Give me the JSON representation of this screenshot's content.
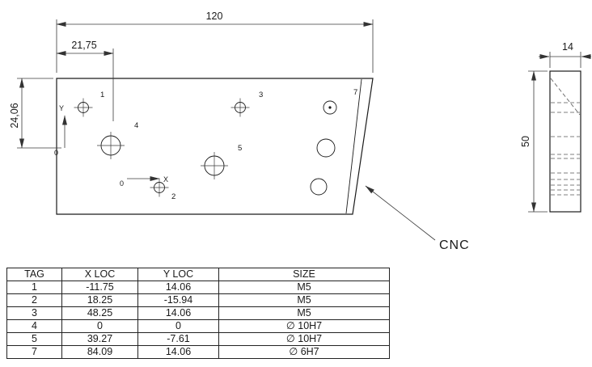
{
  "drawing": {
    "front_view": {
      "dim_overall_width": "120",
      "dim_hole_offset_x": "21,75",
      "dim_hole_offset_y": "24,06",
      "axis": {
        "x_label": "X",
        "y_label": "Y",
        "x_zero": "0",
        "y_zero": "0"
      },
      "hole_tags": [
        "1",
        "2",
        "3",
        "4",
        "5",
        "7"
      ]
    },
    "side_view": {
      "dim_thickness": "14",
      "dim_height": "50"
    },
    "callout_cnc": "CNC"
  },
  "hole_table": {
    "headers": {
      "tag": "TAG",
      "x": "X LOC",
      "y": "Y LOC",
      "size": "SIZE"
    },
    "rows": [
      {
        "tag": "1",
        "x": "-11.75",
        "y": "14.06",
        "size": "M5"
      },
      {
        "tag": "2",
        "x": "18.25",
        "y": "-15.94",
        "size": "M5"
      },
      {
        "tag": "3",
        "x": "48.25",
        "y": "14.06",
        "size": "M5"
      },
      {
        "tag": "4",
        "x": "0",
        "y": "0",
        "size": "∅ 10H7"
      },
      {
        "tag": "5",
        "x": "39.27",
        "y": "-7.61",
        "size": "∅ 10H7"
      },
      {
        "tag": "7",
        "x": "84.09",
        "y": "14.06",
        "size": "∅ 6H7"
      }
    ]
  }
}
